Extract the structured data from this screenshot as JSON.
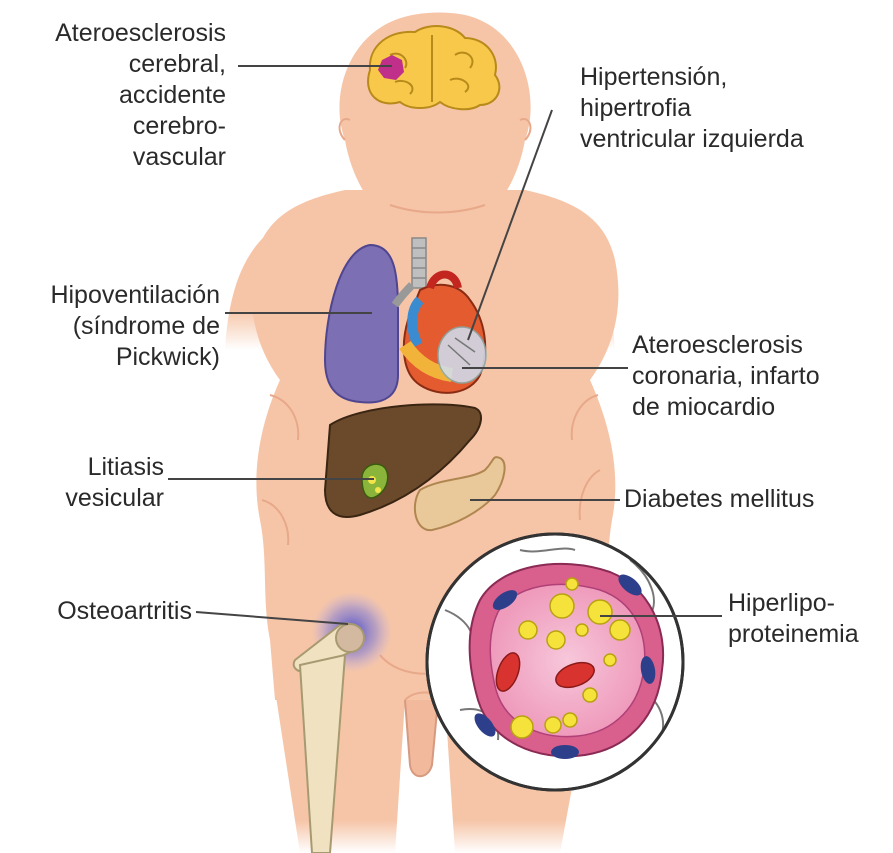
{
  "labels": {
    "cerebral": [
      "Ateroesclerosis",
      "cerebral,",
      "accidente",
      "cerebro-",
      "vascular"
    ],
    "hypertension": [
      "Hipertensión,",
      "hipertrofia",
      "ventricular izquierda"
    ],
    "hypoventilation": [
      "Hipoventilación",
      "(síndrome de",
      "Pickwick)"
    ],
    "coronary": [
      "Ateroesclerosis",
      "coronaria, infarto",
      "de miocardio"
    ],
    "gallstones": [
      "Litiasis",
      "vesicular"
    ],
    "diabetes": [
      "Diabetes mellitus"
    ],
    "osteoarthritis": [
      "Osteoartritis"
    ],
    "hyperlipo": [
      "Hiperlipo-",
      "proteinemia"
    ]
  },
  "colors": {
    "skin": "#f6c5a8",
    "skin_shadow": "#e8a88a",
    "brain": "#f7c84a",
    "lung": "#7c6fb3",
    "liver": "#6b4a2c",
    "pancreas": "#e9c99a",
    "vessel_wall": "#d95f8c",
    "fat_droplet": "#f5e23a",
    "red_cell": "#d9332f",
    "leader_line": "#444444"
  }
}
